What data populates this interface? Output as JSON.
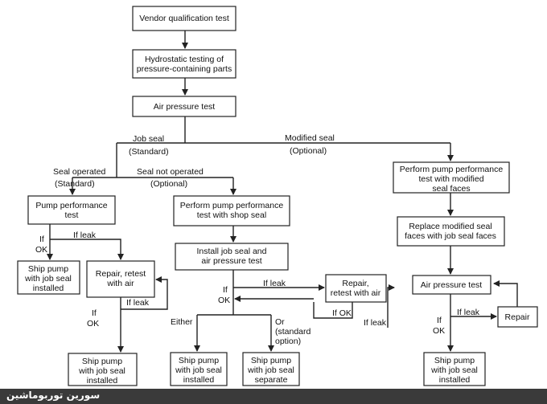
{
  "boxes": {
    "vendor": [
      "Vendor qualification test"
    ],
    "hydro": [
      "Hydrostatic testing of",
      "pressure-containing parts"
    ],
    "air1": [
      "Air pressure test"
    ],
    "perf_mod": [
      "Perform pump performance",
      "test with modified",
      "seal faces"
    ],
    "replace": [
      "Replace modified seal",
      "faces with job seal faces"
    ],
    "air_right": [
      "Air pressure test"
    ],
    "repair_right": [
      "Repair"
    ],
    "ship_right": [
      "Ship pump",
      "with job seal",
      "installed"
    ],
    "pump_perf": [
      "Pump performance",
      "test"
    ],
    "ship_left1": [
      "Ship pump",
      "with job seal",
      "installed"
    ],
    "repair_left": [
      "Repair, retest",
      "with air"
    ],
    "ship_left2": [
      "Ship pump",
      "with job seal",
      "installed"
    ],
    "perf_shop": [
      "Perform pump performance",
      "test with shop seal"
    ],
    "install": [
      "Install job seal and",
      "air pressure test"
    ],
    "repair_mid": [
      "Repair,",
      "retest with air"
    ],
    "ship_mid1": [
      "Ship pump",
      "with job seal",
      "installed"
    ],
    "ship_mid2": [
      "Ship pump",
      "with job seal",
      "separate"
    ]
  },
  "labels": {
    "job_seal": [
      "Job seal",
      "(Standard)"
    ],
    "modified_seal": [
      "Modified seal",
      "(Optional)"
    ],
    "seal_operated": [
      "Seal operated",
      "(Standard)"
    ],
    "seal_not_operated": [
      "Seal not operated",
      "(Optional)"
    ],
    "if_ok_a": [
      "If",
      "OK"
    ],
    "if_leak_a": [
      "If leak"
    ],
    "if_leak_b": [
      "If leak"
    ],
    "if_ok_b": [
      "If",
      "OK"
    ],
    "if_ok_c": [
      "If",
      "OK"
    ],
    "if_leak_c": [
      "If leak"
    ],
    "if_ok_d": [
      "If OK"
    ],
    "if_leak_d": [
      "If leak"
    ],
    "either": [
      "Either"
    ],
    "or": [
      "Or",
      "(standard",
      "option)"
    ],
    "if_leak_e": [
      "If leak"
    ],
    "if_ok_e": [
      "If",
      "OK"
    ]
  },
  "footer": {
    "text": "سورین توربوماشین"
  },
  "colors": {
    "line": "#222222",
    "footer_bg": "#3a3a3a",
    "footer_text": "#ffffff"
  }
}
